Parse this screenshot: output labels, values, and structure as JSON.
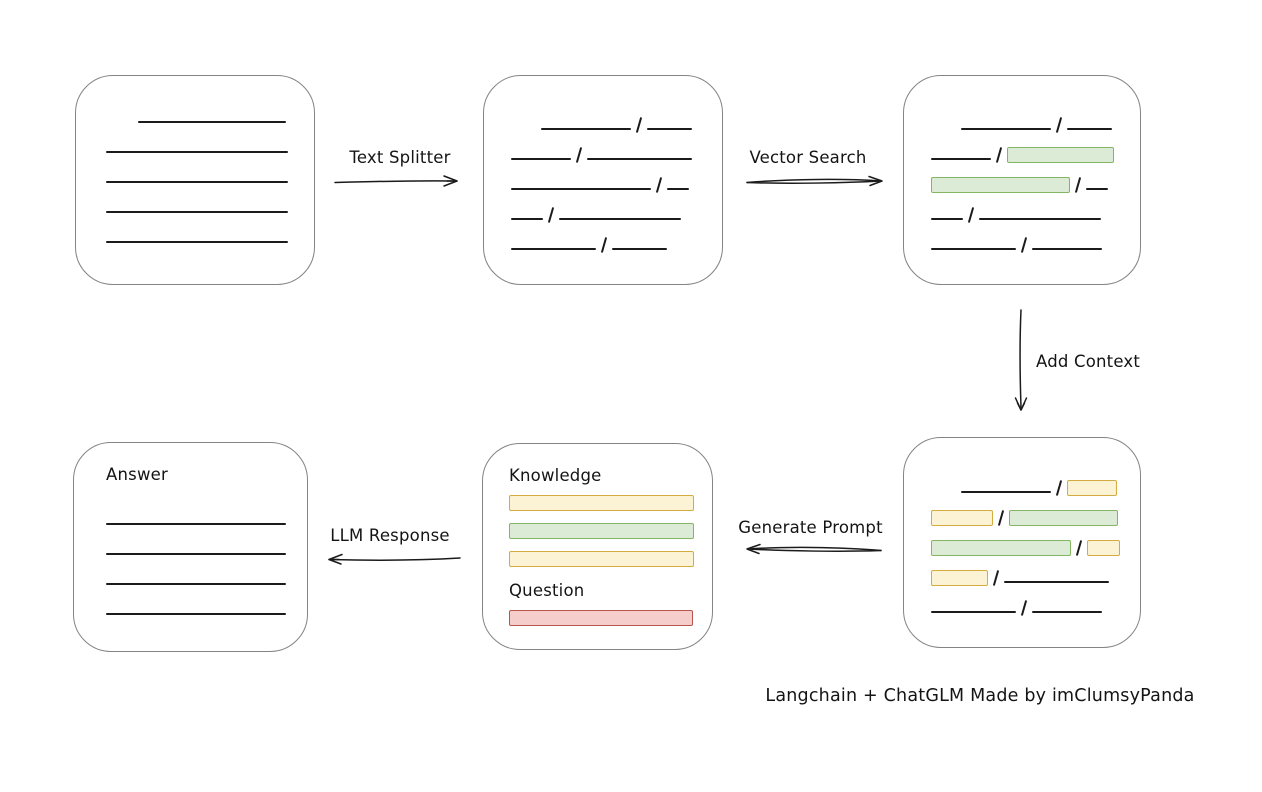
{
  "diagram": {
    "footer": "Langchain + ChatGLM Made by imClumsyPanda",
    "separator": "/",
    "colors": {
      "line": "#1b1b1b",
      "box_border": "#848484",
      "green_fill": "#dcebd5",
      "green_border": "#84b563",
      "yellow_fill": "#fcf2d4",
      "yellow_border": "#d4ab41",
      "red_fill": "#f5cdca",
      "red_border": "#b85450"
    },
    "arrows": {
      "text_splitter": {
        "label": "Text Splitter",
        "direction": "right"
      },
      "vector_search": {
        "label": "Vector Search",
        "direction": "right"
      },
      "add_context": {
        "label": "Add Context",
        "direction": "down"
      },
      "generate_prompt": {
        "label": "Generate Prompt",
        "direction": "left"
      },
      "llm_response": {
        "label": "LLM Response",
        "direction": "left"
      }
    },
    "boxes": {
      "source_document": {
        "rows": [
          {
            "indent": 32,
            "segments": [
              {
                "kind": "dash",
                "w": 148
              }
            ]
          },
          {
            "indent": 0,
            "segments": [
              {
                "kind": "dash",
                "w": 182
              }
            ]
          },
          {
            "indent": 0,
            "segments": [
              {
                "kind": "dash",
                "w": 182
              }
            ]
          },
          {
            "indent": 0,
            "segments": [
              {
                "kind": "dash",
                "w": 182
              }
            ]
          },
          {
            "indent": 0,
            "segments": [
              {
                "kind": "dash",
                "w": 182
              }
            ]
          }
        ]
      },
      "split_chunks": {
        "rows": [
          {
            "indent": 30,
            "segments": [
              {
                "kind": "dash",
                "w": 90
              },
              {
                "kind": "slash"
              },
              {
                "kind": "dash",
                "w": 45
              }
            ]
          },
          {
            "indent": 0,
            "segments": [
              {
                "kind": "dash",
                "w": 60
              },
              {
                "kind": "slash"
              },
              {
                "kind": "dash",
                "w": 105
              }
            ]
          },
          {
            "indent": 0,
            "segments": [
              {
                "kind": "dash",
                "w": 140
              },
              {
                "kind": "slash"
              },
              {
                "kind": "dash",
                "w": 22
              }
            ]
          },
          {
            "indent": 0,
            "segments": [
              {
                "kind": "dash",
                "w": 32
              },
              {
                "kind": "slash"
              },
              {
                "kind": "dash",
                "w": 122
              }
            ]
          },
          {
            "indent": 0,
            "segments": [
              {
                "kind": "dash",
                "w": 85
              },
              {
                "kind": "slash"
              },
              {
                "kind": "dash",
                "w": 55
              }
            ]
          }
        ]
      },
      "vector_matches": {
        "rows": [
          {
            "indent": 30,
            "segments": [
              {
                "kind": "dash",
                "w": 90
              },
              {
                "kind": "slash"
              },
              {
                "kind": "dash",
                "w": 45
              }
            ]
          },
          {
            "indent": 0,
            "segments": [
              {
                "kind": "dash",
                "w": 60
              },
              {
                "kind": "slash"
              },
              {
                "kind": "green",
                "w": 105
              }
            ]
          },
          {
            "indent": 0,
            "segments": [
              {
                "kind": "green",
                "w": 137
              },
              {
                "kind": "slash"
              },
              {
                "kind": "dash",
                "w": 22
              }
            ]
          },
          {
            "indent": 0,
            "segments": [
              {
                "kind": "dash",
                "w": 32
              },
              {
                "kind": "slash"
              },
              {
                "kind": "dash",
                "w": 122
              }
            ]
          },
          {
            "indent": 0,
            "segments": [
              {
                "kind": "dash",
                "w": 85
              },
              {
                "kind": "slash"
              },
              {
                "kind": "dash",
                "w": 70
              }
            ]
          }
        ]
      },
      "context_chunks": {
        "rows": [
          {
            "indent": 30,
            "segments": [
              {
                "kind": "dash",
                "w": 90
              },
              {
                "kind": "slash"
              },
              {
                "kind": "yellow",
                "w": 48
              }
            ]
          },
          {
            "indent": 0,
            "segments": [
              {
                "kind": "yellow",
                "w": 60
              },
              {
                "kind": "slash"
              },
              {
                "kind": "green",
                "w": 107
              }
            ]
          },
          {
            "indent": 0,
            "segments": [
              {
                "kind": "green",
                "w": 138
              },
              {
                "kind": "slash"
              },
              {
                "kind": "yellow",
                "w": 31
              }
            ]
          },
          {
            "indent": 0,
            "segments": [
              {
                "kind": "yellow",
                "w": 55
              },
              {
                "kind": "slash"
              },
              {
                "kind": "dash",
                "w": 105
              }
            ]
          },
          {
            "indent": 0,
            "segments": [
              {
                "kind": "dash",
                "w": 85
              },
              {
                "kind": "slash"
              },
              {
                "kind": "dash",
                "w": 70
              }
            ]
          }
        ]
      },
      "prompt": {
        "knowledge_label": "Knowledge",
        "question_label": "Question",
        "knowledge_bars": [
          {
            "kind": "yellow",
            "w": 183
          },
          {
            "kind": "green",
            "w": 183
          },
          {
            "kind": "yellow",
            "w": 183
          }
        ],
        "question_bars": [
          {
            "kind": "red",
            "w": 182
          }
        ]
      },
      "answer": {
        "label": "Answer",
        "rows": [
          {
            "indent": 0,
            "segments": [
              {
                "kind": "dash",
                "w": 180
              }
            ]
          },
          {
            "indent": 0,
            "segments": [
              {
                "kind": "dash",
                "w": 180
              }
            ]
          },
          {
            "indent": 0,
            "segments": [
              {
                "kind": "dash",
                "w": 180
              }
            ]
          },
          {
            "indent": 0,
            "segments": [
              {
                "kind": "dash",
                "w": 180
              }
            ]
          }
        ]
      }
    }
  }
}
